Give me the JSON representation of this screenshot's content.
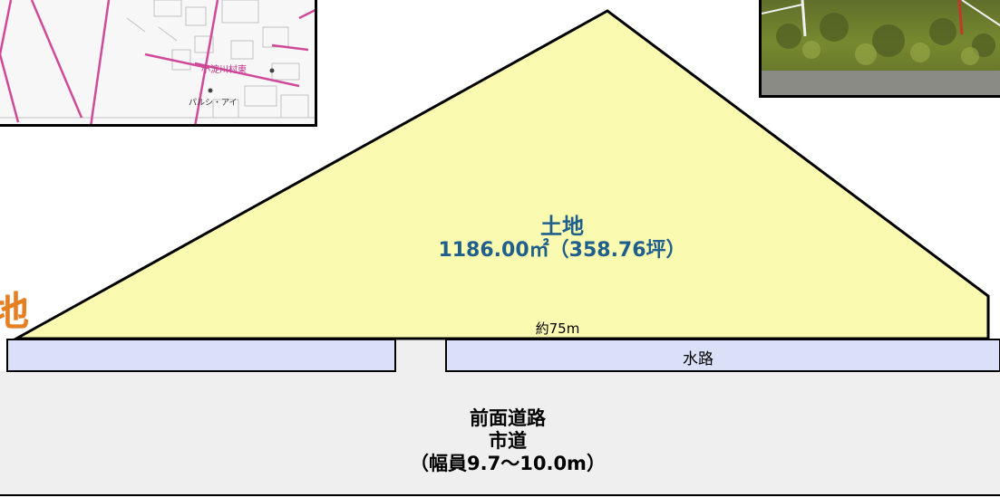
{
  "land": {
    "title": "土地",
    "area": "1186.00㎡（358.76坪）"
  },
  "frontage": "約75m",
  "waterway": "水路",
  "road": {
    "line1": "前面道路",
    "line2": "市道",
    "line3": "（幅員9.7～10.0m）"
  },
  "map_labels": {
    "district": "小淀川村東",
    "store": "パルシ・アイ"
  },
  "side_fragment": "地",
  "colors": {
    "land_fill": "#fafab0",
    "waterway_fill": "#d9e0f7",
    "road_fill": "#efefef",
    "text_blue": "#1f5f8b",
    "accent_orange": "#e67e22"
  }
}
